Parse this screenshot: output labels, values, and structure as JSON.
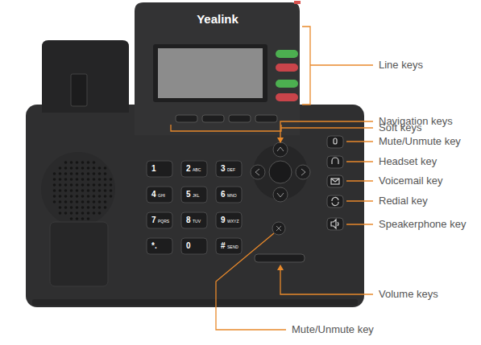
{
  "diagram": {
    "labels": [
      "Yealink",
      "1",
      "2",
      "ABC",
      "3",
      "DEF",
      "4",
      "GHI",
      "5",
      "JKL",
      "6",
      "MNO",
      "7",
      "PQRS",
      "8",
      "TUV",
      "9",
      "WXYZ",
      "*.",
      "0",
      "#",
      "SEND",
      "Line keys",
      "Soft keys",
      "Navigation keys",
      "Mute/Unmute key",
      "Headset key",
      "Voicemail key",
      "Redial key",
      "Speakerphone key",
      "Volume keys",
      "Mute/Unmute key"
    ]
  }
}
